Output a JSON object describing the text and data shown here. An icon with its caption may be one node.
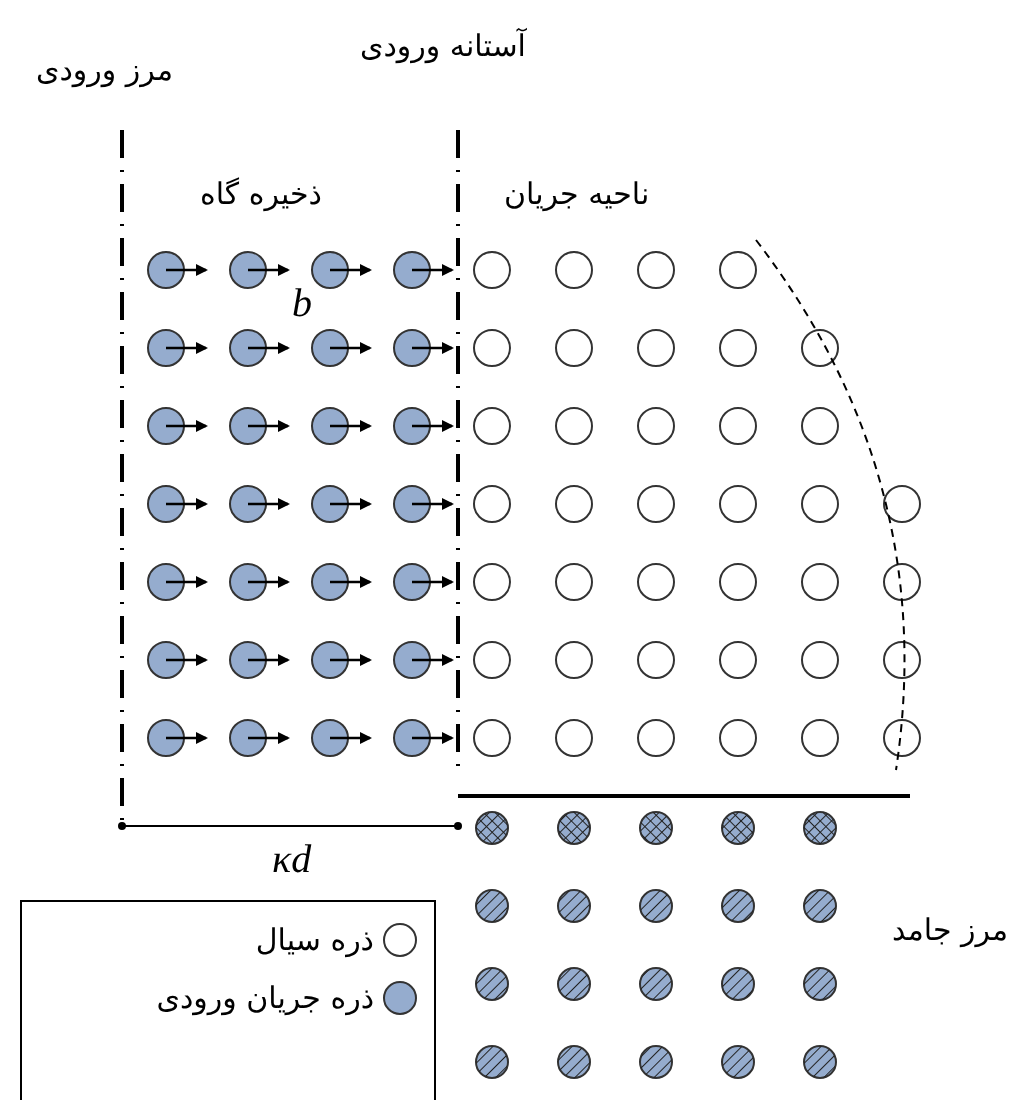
{
  "diagram": {
    "labels": [
      "مرز ورودی",
      "آستانه ورودی",
      "ذخیره گاه",
      "ناحیه جریان",
      "b",
      "κd",
      "مرز جامد"
    ],
    "legend": [
      {
        "text": "ذره سیال"
      },
      {
        "text": "ذره جریان ورودی",
        "color": "#95acce"
      }
    ]
  }
}
